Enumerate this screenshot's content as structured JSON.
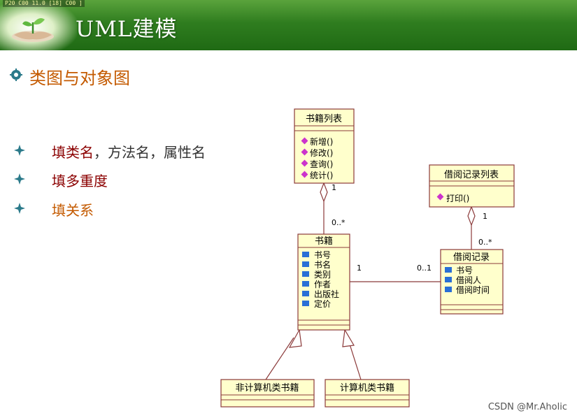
{
  "video_overlay": "P20 C00 11.0 [18] C00 ]",
  "slide": {
    "title": "UML建模",
    "section_title": "类图与对象图",
    "bullets": [
      {
        "highlight": "填类名",
        "rest": "，方法名，属性名"
      },
      {
        "highlight": "填多重度",
        "rest": ""
      },
      {
        "highlight": "填关系",
        "rest": ""
      }
    ]
  },
  "diagram": {
    "book_list": {
      "name": "书籍列表",
      "methods": [
        "新增()",
        "修改()",
        "查询()",
        "统计()"
      ]
    },
    "borrow_list": {
      "name": "借阅记录列表",
      "methods": [
        "打印()"
      ]
    },
    "book": {
      "name": "书籍",
      "attributes": [
        "书号",
        "书名",
        "类别",
        "作者",
        "出版社",
        "定价"
      ]
    },
    "borrow_record": {
      "name": "借阅记录",
      "attributes": [
        "书号",
        "借阅人",
        "借阅时间"
      ]
    },
    "non_computer_book": {
      "name": "非计算机类书籍"
    },
    "computer_book": {
      "name": "计算机类书籍"
    },
    "multiplicities": {
      "booklist_one": "1",
      "booklist_many": "0..*",
      "borrowlist_one": "1",
      "borrowlist_many": "0..*",
      "book_side": "1",
      "record_side": "0..1"
    }
  },
  "watermark": "CSDN @Mr.Aholic",
  "colors": {
    "header_green": "#2f7d1f",
    "title_orange": "#c45a00",
    "accent_red": "#8b0000",
    "class_fill": "#ffffcc",
    "class_border": "#8b3a3a",
    "method_icon": "#cc33cc",
    "attr_icon": "#2a6fd6"
  }
}
